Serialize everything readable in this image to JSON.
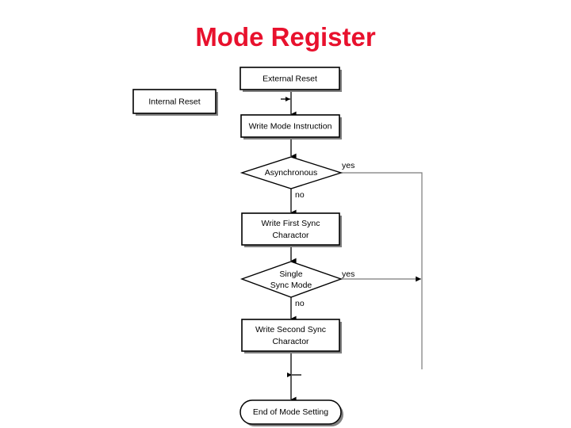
{
  "slide": {
    "title": "Mode Register",
    "title_color": "#e8112d",
    "background": "#ffffff"
  },
  "flowchart": {
    "nodes": [
      {
        "id": "external-reset",
        "label": "External Reset",
        "shape": "process"
      },
      {
        "id": "internal-reset",
        "label": "Internal Reset",
        "shape": "process"
      },
      {
        "id": "write-mode-instruction",
        "label": "Write Mode Instruction",
        "shape": "process"
      },
      {
        "id": "asynchronous",
        "label": "Asynchronous",
        "shape": "decision"
      },
      {
        "id": "write-first-sync",
        "label_line1": "Write First Sync",
        "label_line2": "Charactor",
        "shape": "process"
      },
      {
        "id": "single-sync-mode",
        "label_line1": "Single",
        "label_line2": "Sync Mode",
        "shape": "decision"
      },
      {
        "id": "write-second-sync",
        "label_line1": "Write Second Sync",
        "label_line2": "Charactor",
        "shape": "process"
      },
      {
        "id": "end-of-mode-setting",
        "label": "End of Mode Setting",
        "shape": "terminator"
      }
    ],
    "edge_labels": {
      "async_yes": "yes",
      "async_no": "no",
      "single_yes": "yes",
      "single_no": "no"
    }
  }
}
